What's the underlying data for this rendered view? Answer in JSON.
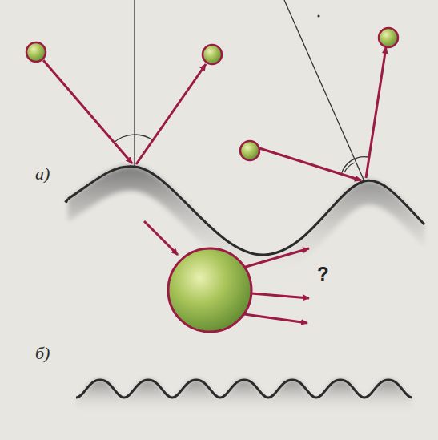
{
  "diagram": {
    "labels": [
      "а)",
      "б)",
      "?"
    ]
  }
}
